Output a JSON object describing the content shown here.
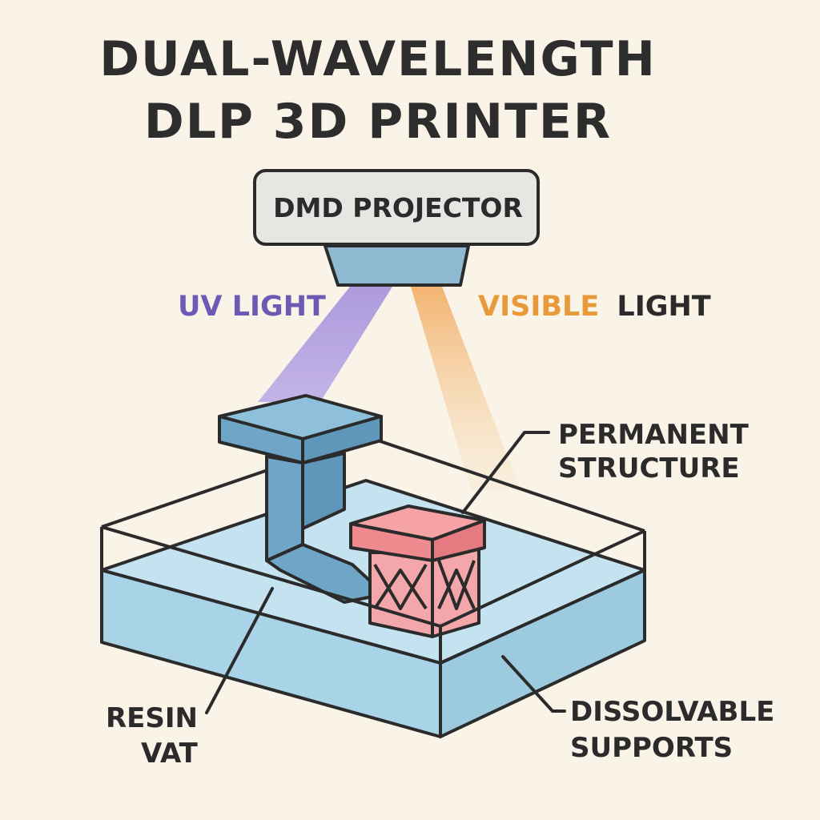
{
  "title": {
    "line1": "DUAL-WAVELENGTH",
    "line2": "DLP 3D PRINTER"
  },
  "labels": {
    "projector": "DMD PROJECTOR",
    "uv_light": "UV LIGHT",
    "visible_word": "VISIBLE",
    "light_word": "LIGHT",
    "permanent_line1": "PERMANENT",
    "permanent_line2": "STRUCTURE",
    "resin_line1": "RESIN",
    "resin_line2": "VAT",
    "dissolvable_line1": "DISSOLVABLE",
    "dissolvable_line2": "SUPPORTS"
  },
  "colors": {
    "background": "#f9f3e8",
    "outline": "#2b2b2b",
    "projector_body": "#e8e6e3",
    "projector_lens": "#8fb9d0",
    "uv_beam": "#a996dc",
    "uv_text": "#6b5bb5",
    "visible_beam": "#f2b872",
    "visible_text": "#e89a3a",
    "resin": "#a9d3e6",
    "structure_blue": "#6fa6c8",
    "permanent_red": "#ef8a8e"
  }
}
